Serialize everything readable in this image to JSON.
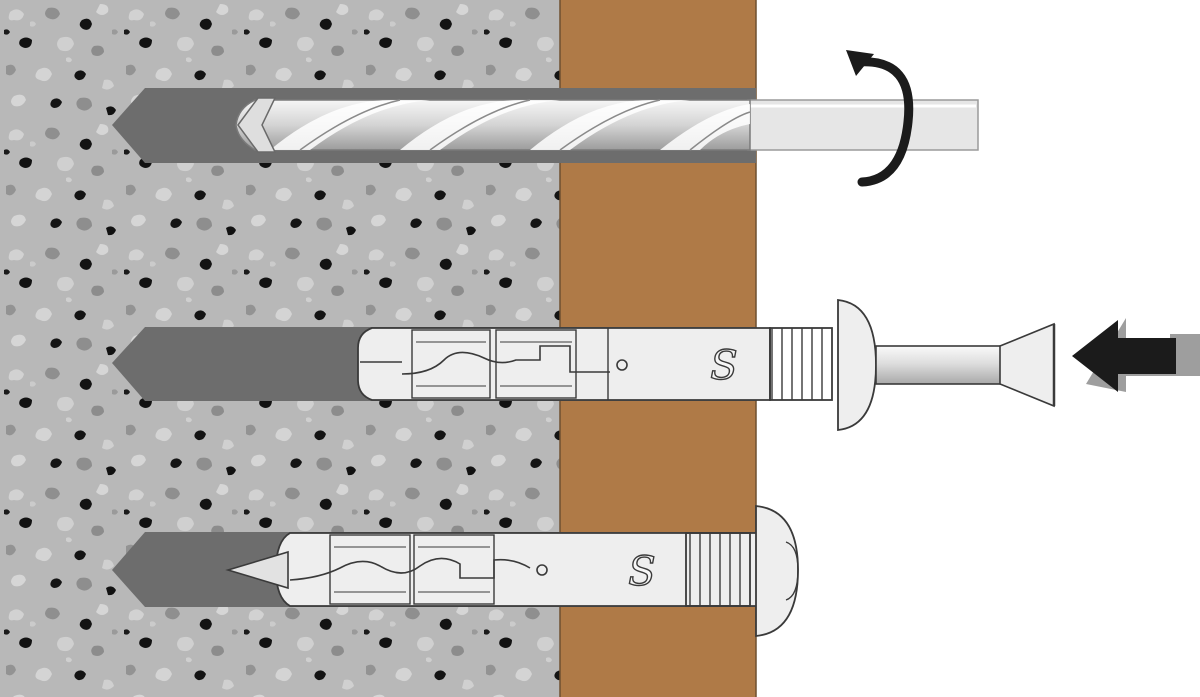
{
  "diagram": {
    "steps": [
      {
        "id": "drill",
        "action": "rotate"
      },
      {
        "id": "insert",
        "action": "hammer-in"
      },
      {
        "id": "set",
        "action": "expanded"
      }
    ],
    "dowel_mark": "S",
    "colors": {
      "concrete": "#b8b8b8",
      "timber": "#af7a47",
      "bore_hole": "#6d6d6d",
      "dowel": "#eeeeee",
      "outline": "#3a3a3a",
      "arrow": "#1b1b1b"
    }
  }
}
